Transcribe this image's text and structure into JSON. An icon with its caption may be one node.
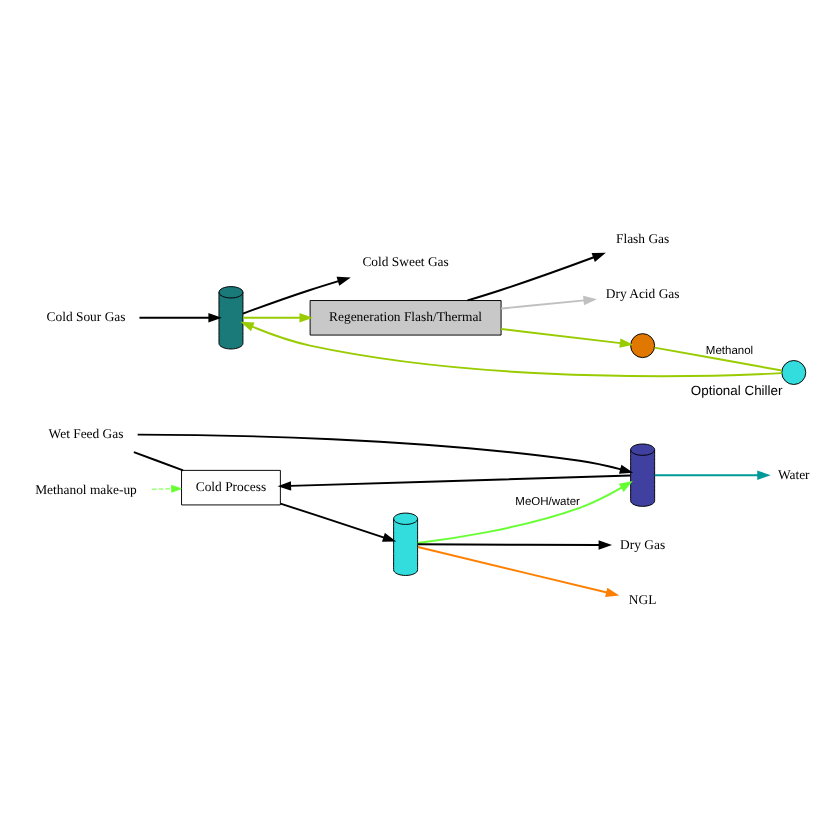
{
  "diagram": {
    "nodes": [
      {
        "text": [
          "Wet Feed Gas"
        ]
      },
      {
        "text": [
          "Methanol make-up"
        ]
      },
      {
        "text": [
          "Cold Process"
        ]
      },
      {
        "text": [],
        "shape": "cylinder"
      },
      {
        "text": [],
        "shape": "cylinder"
      },
      {
        "text": [
          "Dry Gas"
        ]
      },
      {
        "text": [
          "NGL"
        ]
      },
      {
        "text": [
          "Water"
        ]
      },
      {
        "text": [
          "Cold Sweet Gas"
        ]
      },
      {
        "text": [
          "Cold Sour Gas"
        ]
      },
      {
        "text": [],
        "shape": "cylinder"
      },
      {
        "text": [],
        "shape": "circle",
        "beside": [
          "Optional Chiller"
        ]
      },
      {
        "text": [
          "Regeneration Flash/Thermal"
        ]
      },
      {
        "text": [
          "Flash Gas"
        ]
      },
      {
        "text": [
          "Dry Acid Gas"
        ]
      },
      {
        "text": [],
        "shape": "circle"
      }
    ],
    "edges": [
      {
        "from": 0,
        "to": 3,
        "arrow": "to"
      },
      {
        "from": 0,
        "to": 2,
        "arrow": "none"
      },
      {
        "from": 3,
        "to": 2,
        "arrow": "to"
      },
      {
        "from": 1,
        "to": 2,
        "arrow": "to",
        "style": "dashed",
        "color": "#66ff33"
      },
      {
        "from": 2,
        "to": 4,
        "arrow": "to"
      },
      {
        "from": 4,
        "to": 5,
        "arrow": "to"
      },
      {
        "from": 4,
        "to": 6,
        "arrow": "to",
        "color": "#ff8000"
      },
      {
        "from": 4,
        "to": 3,
        "arrow": "to",
        "label": "MeOH/water",
        "color": "#66ff33"
      },
      {
        "from": 3,
        "to": 7,
        "arrow": "to",
        "color": "#009999"
      },
      {
        "from": 9,
        "to": 10,
        "arrow": "to"
      },
      {
        "from": 10,
        "to": 8,
        "arrow": "to"
      },
      {
        "from": 10,
        "to": 12,
        "arrow": "to",
        "color": "#99cc00"
      },
      {
        "from": 12,
        "to": 13,
        "arrow": "to"
      },
      {
        "from": 12,
        "to": 14,
        "arrow": "to",
        "color": "#c0c0c0"
      },
      {
        "from": 12,
        "to": 15,
        "arrow": "to",
        "color": "#99cc00"
      },
      {
        "from": 15,
        "to": 11,
        "arrow": "none",
        "label": "Methanol",
        "color": "#99cc00"
      },
      {
        "from": 11,
        "to": 10,
        "arrow": "to",
        "color": "#99cc00"
      }
    ]
  }
}
